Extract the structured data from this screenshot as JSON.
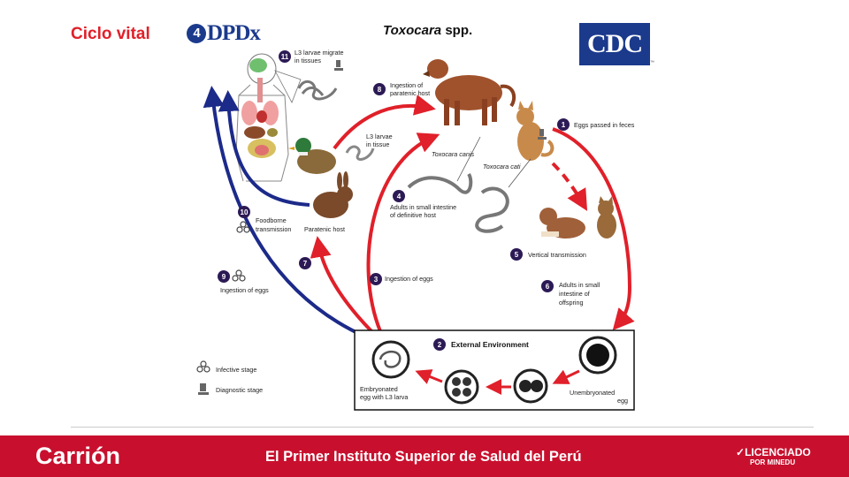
{
  "slide": {
    "title": "Ciclo vital",
    "species_prefix": "Toxocara",
    "species_suffix": "spp.",
    "dpdx_logo": "DPDx",
    "dpdx_number": "4",
    "cdc_logo": "CDC",
    "cdc_tm": "™"
  },
  "diagram": {
    "steps": [
      {
        "n": "1",
        "label": [
          "Eggs passed in feces"
        ]
      },
      {
        "n": "2",
        "label": [
          "External Environment"
        ]
      },
      {
        "n": "3",
        "label": [
          "Ingestion of eggs"
        ]
      },
      {
        "n": "4",
        "label": [
          "Adults in small intestine",
          "of definitive host"
        ]
      },
      {
        "n": "5",
        "label": [
          "Vertical transmission"
        ]
      },
      {
        "n": "6",
        "label": [
          "Adults in small",
          "intestine of",
          "offspring"
        ]
      },
      {
        "n": "7",
        "label": []
      },
      {
        "n": "8",
        "label": [
          "Ingestion of",
          "paratenic host"
        ]
      },
      {
        "n": "9",
        "label": [
          "Ingestion of eggs"
        ]
      },
      {
        "n": "10",
        "label": [
          "Foodborne",
          "transmission"
        ]
      },
      {
        "n": "11",
        "label": [
          "L3 larvae migrate",
          "in tissues"
        ]
      }
    ],
    "labels": {
      "toxocara_canis": "Toxocara canis",
      "toxocara_cati": "Toxocara cati",
      "l3_larvae_tissue": [
        "L3 larvae",
        "in tissue"
      ],
      "paratenic_host": "Paratenic host",
      "embryonated_egg": [
        "Embryonated",
        "egg with L3 larva"
      ],
      "unembryonated_egg": [
        "Unembryonated",
        "egg"
      ]
    },
    "legend": {
      "infective": "Infective stage",
      "diagnostic": "Diagnostic stage"
    },
    "colors": {
      "red_arrow": "#e0202a",
      "blue_arrow": "#1c2a8a",
      "badge": "#2c1a55"
    }
  },
  "footer": {
    "brand": "Carrión",
    "tagline": "El Primer Instituto Superior de Salud del Perú",
    "licenciado": "LICENCIADO",
    "licenciado_sub": "POR MINEDU",
    "color": "#c8102e"
  }
}
